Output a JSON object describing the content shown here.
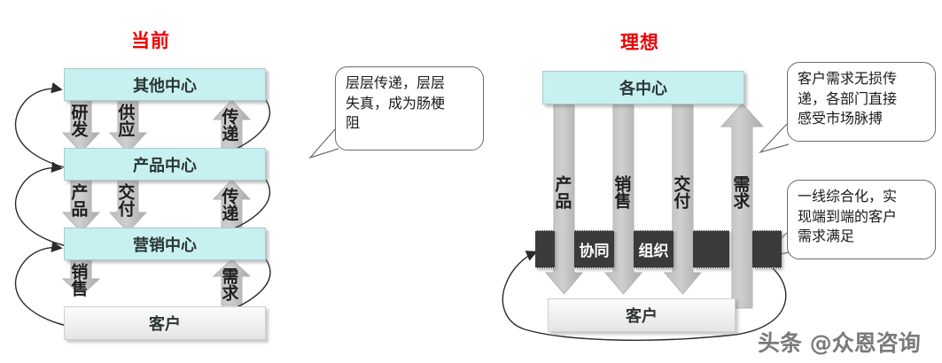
{
  "panels": {
    "left": {
      "title": "当前",
      "nodes": [
        {
          "label": "其他中心"
        },
        {
          "label": "产品中心"
        },
        {
          "label": "营销中心"
        },
        {
          "label": "客户"
        }
      ],
      "flow_labels": [
        {
          "label": "研发",
          "direction": "down"
        },
        {
          "label": "供应",
          "direction": "down"
        },
        {
          "label": "传递",
          "direction": "up"
        },
        {
          "label": "产品",
          "direction": "down"
        },
        {
          "label": "交付",
          "direction": "down"
        },
        {
          "label": "传递",
          "direction": "up"
        },
        {
          "label": "销售",
          "direction": "down"
        },
        {
          "label": "需求",
          "direction": "up"
        }
      ],
      "callouts": [
        {
          "text": "层层传递，层层\n失真，成为肠梗\n阻"
        }
      ]
    },
    "right": {
      "title": "理想",
      "nodes": [
        {
          "label": "各中心"
        },
        {
          "label": "客户"
        }
      ],
      "flow_labels": [
        {
          "label": "产品",
          "direction": "down"
        },
        {
          "label": "销售",
          "direction": "down"
        },
        {
          "label": "交付",
          "direction": "down"
        },
        {
          "label": "需求",
          "direction": "up"
        }
      ],
      "band_segments": [
        {
          "label": ""
        },
        {
          "label": "协同"
        },
        {
          "label": "组织"
        },
        {
          "label": ""
        },
        {
          "label": ""
        }
      ],
      "callouts": [
        {
          "text": "客户需求无损传\n递，各部门直接\n感受市场脉搏"
        },
        {
          "text": "一线综合化，实\n现端到端的客户\n需求满足"
        }
      ]
    }
  },
  "watermark": {
    "text": "头条 @众恩咨询"
  },
  "colors": {
    "title": "#ee0000",
    "node_cyan": "#c7f0f1",
    "node_gray": "#efefef",
    "arrow_gray": "#c0c0c0",
    "band_dark": "#3a3a3a",
    "line": "#2b2b2b"
  }
}
